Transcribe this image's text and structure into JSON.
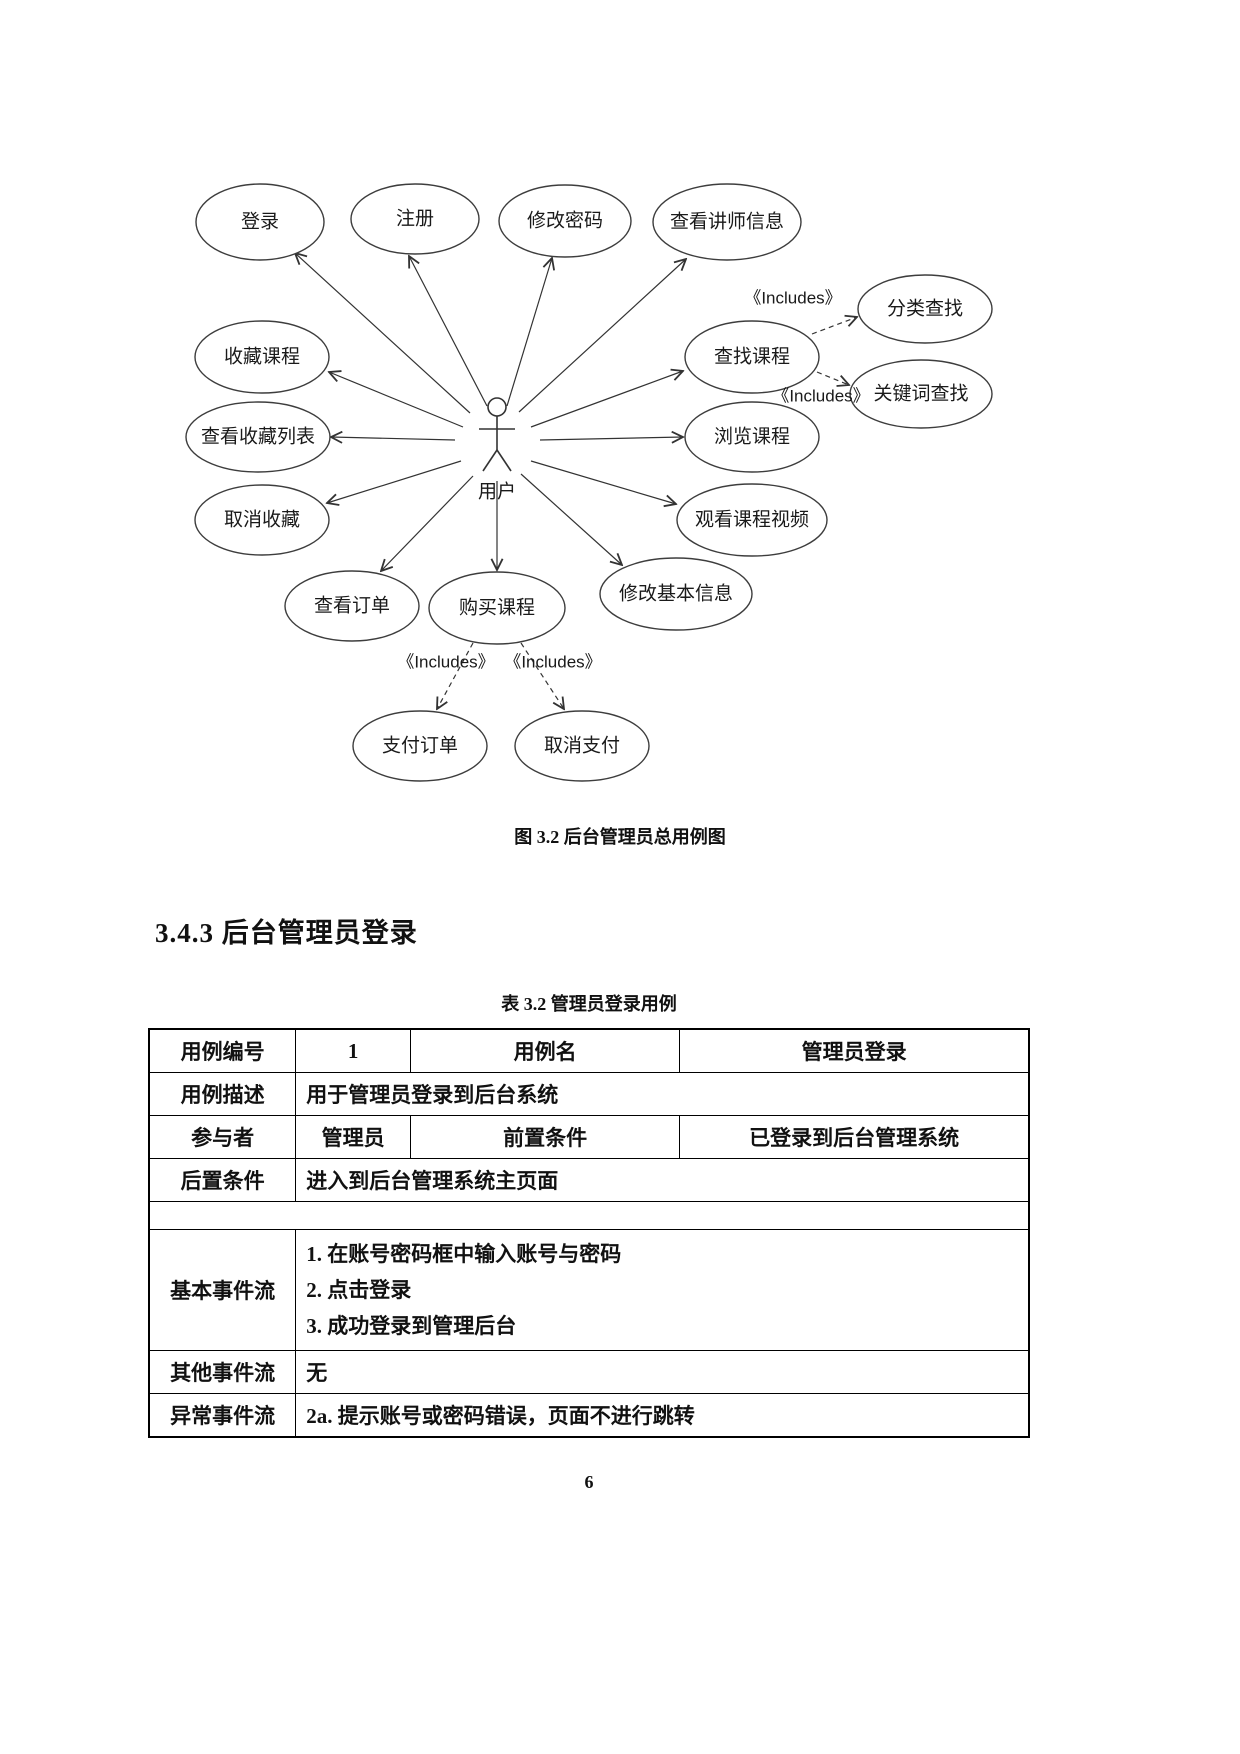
{
  "figure": {
    "caption": "图 3.2 后台管理员总用例图",
    "actor": {
      "label": "用户"
    },
    "includes_label": "《Includes》",
    "nodes": [
      {
        "id": "login",
        "label": "登录"
      },
      {
        "id": "register",
        "label": "注册"
      },
      {
        "id": "change-password",
        "label": "修改密码"
      },
      {
        "id": "view-lecturer-info",
        "label": "查看讲师信息"
      },
      {
        "id": "category-search",
        "label": "分类查找"
      },
      {
        "id": "find-course",
        "label": "查找课程"
      },
      {
        "id": "keyword-search",
        "label": "关键词查找"
      },
      {
        "id": "favorite-course",
        "label": "收藏课程"
      },
      {
        "id": "view-favorites",
        "label": "查看收藏列表"
      },
      {
        "id": "browse-course",
        "label": "浏览课程"
      },
      {
        "id": "cancel-favorite",
        "label": "取消收藏"
      },
      {
        "id": "watch-course-video",
        "label": "观看课程视频"
      },
      {
        "id": "edit-basic-info",
        "label": "修改基本信息"
      },
      {
        "id": "view-orders",
        "label": "查看订单"
      },
      {
        "id": "buy-course",
        "label": "购买课程"
      },
      {
        "id": "pay-order",
        "label": "支付订单"
      },
      {
        "id": "cancel-payment",
        "label": "取消支付"
      }
    ],
    "edges": [
      {
        "from": "用户",
        "to": "登录",
        "type": "solid"
      },
      {
        "from": "用户",
        "to": "注册",
        "type": "solid"
      },
      {
        "from": "用户",
        "to": "修改密码",
        "type": "solid"
      },
      {
        "from": "用户",
        "to": "查看讲师信息",
        "type": "solid"
      },
      {
        "from": "用户",
        "to": "查找课程",
        "type": "solid"
      },
      {
        "from": "用户",
        "to": "浏览课程",
        "type": "solid"
      },
      {
        "from": "用户",
        "to": "观看课程视频",
        "type": "solid"
      },
      {
        "from": "用户",
        "to": "修改基本信息",
        "type": "solid"
      },
      {
        "from": "用户",
        "to": "收藏课程",
        "type": "solid"
      },
      {
        "from": "用户",
        "to": "查看收藏列表",
        "type": "solid"
      },
      {
        "from": "用户",
        "to": "取消收藏",
        "type": "solid"
      },
      {
        "from": "用户",
        "to": "查看订单",
        "type": "solid"
      },
      {
        "from": "用户",
        "to": "购买课程",
        "type": "solid"
      },
      {
        "from": "查找课程",
        "to": "分类查找",
        "type": "include"
      },
      {
        "from": "查找课程",
        "to": "关键词查找",
        "type": "include"
      },
      {
        "from": "购买课程",
        "to": "支付订单",
        "type": "include"
      },
      {
        "from": "购买课程",
        "to": "取消支付",
        "type": "include"
      }
    ]
  },
  "section": {
    "heading": "3.4.3 后台管理员登录"
  },
  "table": {
    "caption": "表 3.2 管理员登录用例",
    "row1": {
      "h": "用例编号",
      "v1": "1",
      "h2": "用例名",
      "v2": "管理员登录"
    },
    "row2": {
      "h": "用例描述",
      "v": "用于管理员登录到后台系统"
    },
    "row3": {
      "h": "参与者",
      "v1": "管理员",
      "h2": "前置条件",
      "v2": "已登录到后台管理系统"
    },
    "row4": {
      "h": "后置条件",
      "v": "进入到后台管理系统主页面"
    },
    "row6": {
      "h": "基本事件流",
      "lines": [
        "1. 在账号密码框中输入账号与密码",
        "2. 点击登录",
        "3. 成功登录到管理后台"
      ]
    },
    "row7": {
      "h": "其他事件流",
      "v": "无"
    },
    "row8": {
      "h": "异常事件流",
      "v": "2a. 提示账号或密码错误，页面不进行跳转"
    }
  },
  "page": {
    "number": "6"
  }
}
